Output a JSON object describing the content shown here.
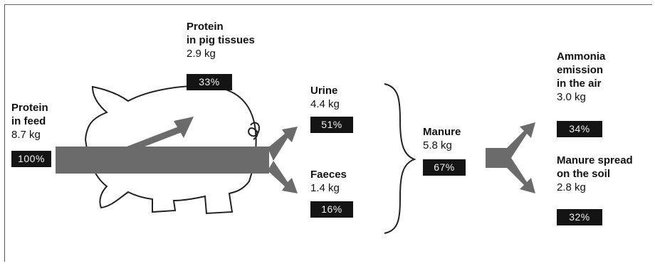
{
  "feed": {
    "line1": "Protein",
    "line2": "in feed",
    "amount": "8.7 kg",
    "percent": "100%"
  },
  "tissues": {
    "line1": "Protein",
    "line2": "in pig tissues",
    "amount": "2.9 kg",
    "percent": "33%"
  },
  "urine": {
    "label": "Urine",
    "amount": "4.4 kg",
    "percent": "51%"
  },
  "faeces": {
    "label": "Faeces",
    "amount": "1.4 kg",
    "percent": "16%"
  },
  "manure": {
    "label": "Manure",
    "amount": "5.8 kg",
    "percent": "67%"
  },
  "ammonia": {
    "line1": "Ammonia",
    "line2": "emission",
    "line3": "in the air",
    "amount": "3.0 kg",
    "percent": "34%"
  },
  "spread": {
    "line1": "Manure spread",
    "line2": "on the soil",
    "amount": "2.8 kg",
    "percent": "32%"
  },
  "colors": {
    "arrow": "#6b6b6b",
    "badge": "#141414",
    "outline": "#222222"
  }
}
